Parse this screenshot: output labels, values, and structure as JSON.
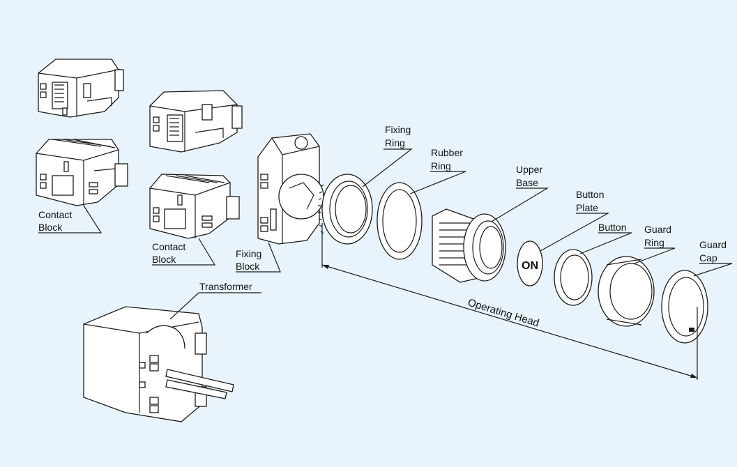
{
  "labels": {
    "contact_block_1": [
      "Contact",
      "Block"
    ],
    "contact_block_2": [
      "Contact",
      "Block"
    ],
    "fixing_block": [
      "Fixing",
      "Block"
    ],
    "fixing_ring": [
      "Fixing",
      "Ring"
    ],
    "rubber_ring": [
      "Rubber",
      "Ring"
    ],
    "upper_base": [
      "Upper",
      "Base"
    ],
    "button_plate": [
      "Button",
      "Plate"
    ],
    "button": [
      "Button"
    ],
    "guard_ring": [
      "Guard",
      "Ring"
    ],
    "guard_cap": [
      "Guard",
      "Cap"
    ],
    "transformer": [
      "Transformer"
    ],
    "operating_head": "Operating Head",
    "button_plate_text": "ON"
  },
  "colors": {
    "background": "#e8f3fb",
    "line": "#1a1a1a",
    "part_fill": "#ffffff"
  }
}
